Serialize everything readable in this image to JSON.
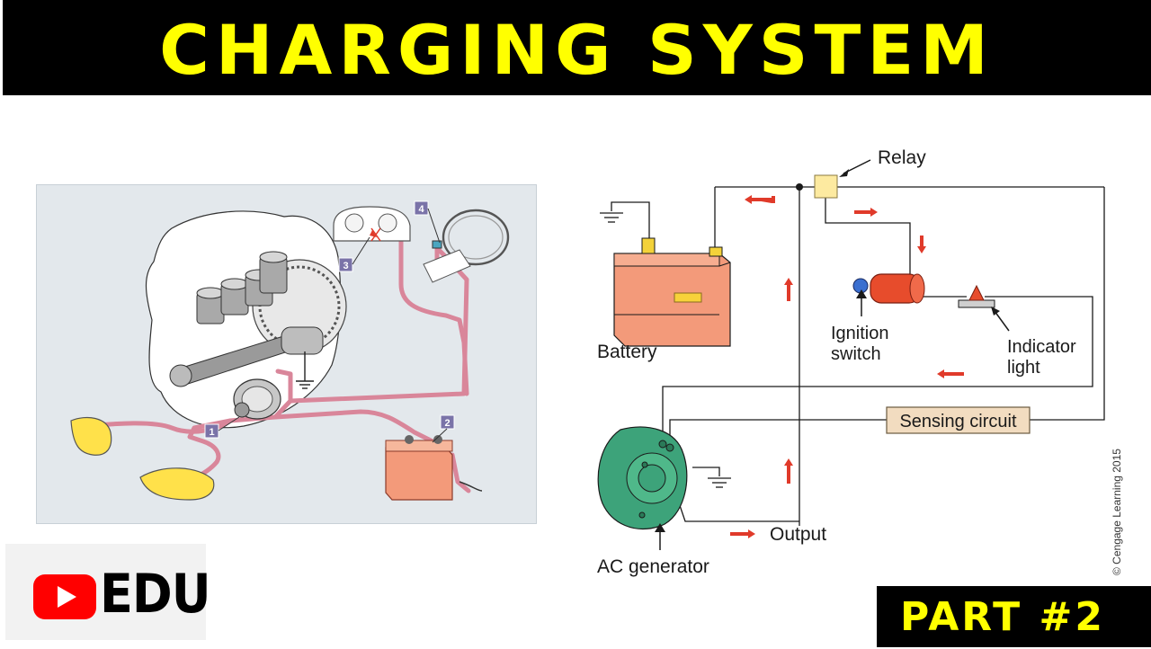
{
  "banner": {
    "title": "CHARGING SYSTEM"
  },
  "left_diagram": {
    "callouts": [
      "1",
      "2",
      "3",
      "4"
    ]
  },
  "schematic": {
    "labels": {
      "relay": "Relay",
      "battery": "Battery",
      "ignition_switch_line1": "Ignition",
      "ignition_switch_line2": "switch",
      "indicator_light_line1": "Indicator",
      "indicator_light_line2": "light",
      "sensing_circuit": "Sensing circuit",
      "output": "Output",
      "ac_generator": "AC generator"
    },
    "copyright": "© Cengage Learning 2015"
  },
  "logo": {
    "text": "EDU",
    "icon": "youtube-play-icon"
  },
  "footer": {
    "part_label": "PART #2"
  },
  "colors": {
    "banner_bg": "#000000",
    "banner_text": "#ffff00",
    "wire_pink": "#d9869a",
    "battery": "#f39a7a",
    "alternator": "#3da37a",
    "arrow_red": "#e03a2a",
    "sensing_box": "#f2dcc0",
    "youtube_red": "#ff0000"
  }
}
